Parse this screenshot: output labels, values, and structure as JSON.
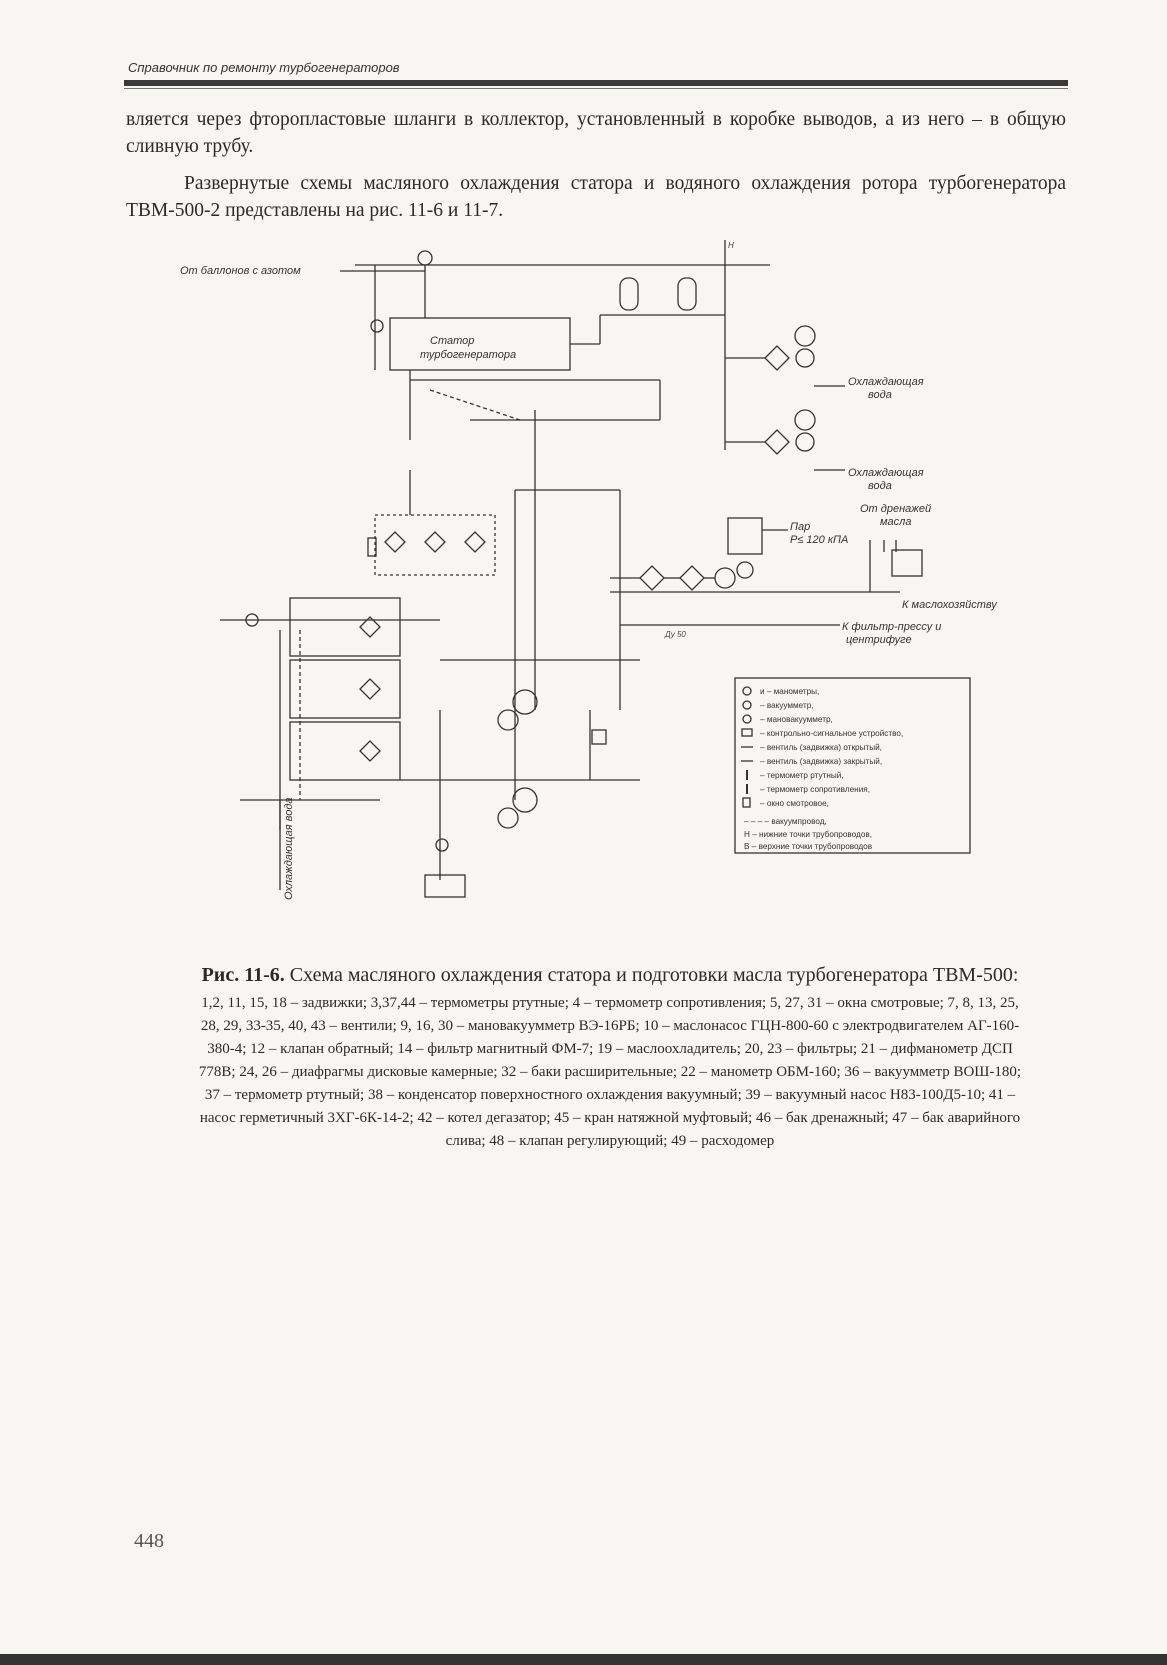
{
  "header": {
    "running_title": "Справочник по ремонту турбогенераторов"
  },
  "body": {
    "para1": "вляется через фторопластовые шланги в коллектор, установленный в коробке выводов, а из него – в общую сливную трубу.",
    "para2": "Развернутые схемы масляного охлаждения статора и водяного охлаждения ротора турбогенератора ТВМ-500-2 представлены на рис. 11-6 и 11-7."
  },
  "diagram": {
    "label_nitrogen": "От баллонов с азотом",
    "label_stator_1": "Статор",
    "label_stator_2": "турбогенератора",
    "label_cooling_water_1a": "Охлаждающая",
    "label_cooling_water_1b": "вода",
    "label_cooling_water_2a": "Охлаждающая",
    "label_cooling_water_2b": "вода",
    "label_drain_1": "От дренажей",
    "label_drain_2": "масла",
    "label_steam_1": "Пар",
    "label_steam_2": "Р≤ 120 кПА",
    "label_oil_facility": "К маслохозяйству",
    "label_filter_1": "К фильтр-прессу и",
    "label_filter_2": "центрифуге",
    "label_cooling_water_vertical": "Охлаждающая вода",
    "label_du": "Ду 50",
    "label_h": "Н",
    "legend": [
      "и  – манометры,",
      "– вакуумметр,",
      "– мановакуумметр,",
      "– контрольно-сигнальное устройство,",
      "– вентиль (задвижка) открытый,",
      "– вентиль (задвижка) закрытый,",
      "– термометр ртутный,",
      "– термометр сопротивления,",
      "– окно смотровое,",
      "– – – –  вакуумпровод,",
      "Н – нижние точки трубопроводов,",
      "В – верхние точки трубопроводов"
    ]
  },
  "caption": {
    "label": "Рис. 11-6.",
    "title": "Схема масляного охлаждения статора и подготовки масла турбогенератора ТВМ-500:",
    "key": "1,2, 11, 15, 18 – задвижки; 3,37,44 – термометры ртутные; 4 – термометр сопротивления; 5, 27, 31 – окна смотровые; 7, 8, 13, 25, 28, 29, 33-35, 40, 43 – вентили; 9, 16, 30 – мановакуумметр ВЭ-16РБ; 10 – маслонасос ГЦН-800-60 с электродвигателем АГ-160-380-4; 12 – клапан обратный; 14 – фильтр магнитный ФМ-7; 19 – маслоохладитель; 20, 23 – фильтры; 21 – дифманометр ДСП 778В; 24, 26 – диафрагмы дисковые камерные; 32 – баки расширительные; 22 – манометр ОБМ-160; 36 – вакуумметр ВОШ-180; 37 – термометр ртутный; 38 – конденсатор поверхностного охлаждения вакуумный; 39 – вакуумный насос Н83-100Д5-10; 41 – насос герметичный 3ХГ-6К-14-2; 42 – котел дегазатор; 45 – кран натяжной муфтовый; 46 – бак дренажный; 47 – бак аварийного слива; 48 – клапан регулирующий; 49 – расходомер"
  },
  "page_number": "448"
}
